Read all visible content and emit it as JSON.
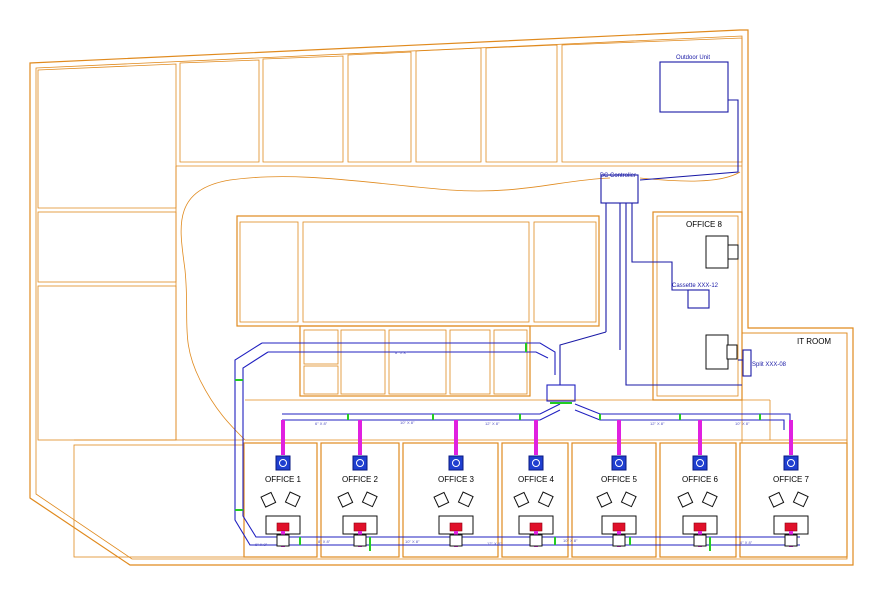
{
  "equipment": {
    "outdoor_unit": "Outdoor Unit",
    "bc_controller": "BC Controller",
    "cassette": "Cassette XXX-12",
    "split": "Split XXX-08"
  },
  "rooms": {
    "office8": "OFFICE 8",
    "it_room": "IT ROOM",
    "offices": [
      "OFFICE 1",
      "OFFICE 2",
      "OFFICE 3",
      "OFFICE 4",
      "OFFICE 5",
      "OFFICE 6",
      "OFFICE 7"
    ]
  },
  "duct_labels": [
    "8\" X 8\"",
    "6\" X 8\"",
    "10\" X 8\"",
    "12\" X 8\"",
    "12\" X 8\"",
    "10\" X 8\"",
    "6\" X 8\"",
    "8\" X 8\"",
    "10\" X 8\"",
    "12\" X 8\"",
    "10\" X 8\"",
    "6\" X 8\""
  ],
  "colors": {
    "wall": "#e08a1e",
    "pipe": "#1a1aa6",
    "fan_coil": "#1f3fd0",
    "grille": "#e0102a",
    "seam": "#22cc22",
    "drop": "#e020e0"
  }
}
